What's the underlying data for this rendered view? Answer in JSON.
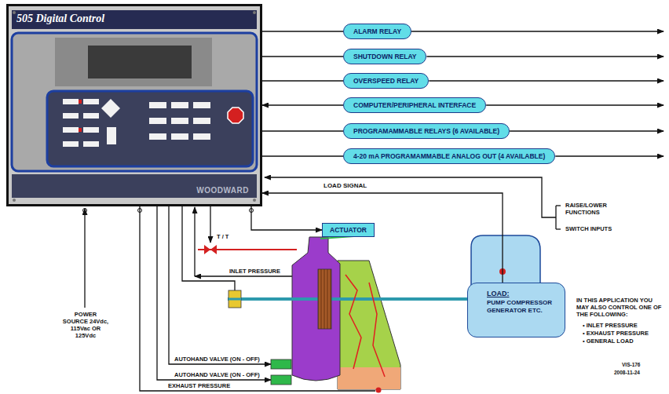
{
  "diagram": {
    "nodes": [
      {
        "text": [
          "505 Digital Control",
          "WOODWARD"
        ]
      },
      {
        "text": [
          "ALARM RELAY"
        ]
      },
      {
        "text": [
          "SHUTDOWN RELAY"
        ]
      },
      {
        "text": [
          "OVERSPEED RELAY"
        ]
      },
      {
        "text": [
          "COMPUTER/PERIPHERAL INTERFACE"
        ]
      },
      {
        "text": [
          "PROGRAMAMMABLE RELAYS (6 AVAILABLE)"
        ]
      },
      {
        "text": [
          "4-20 mA PROGRAMAMMABLE ANALOG OUT (4 AVAILABLE)"
        ]
      },
      {
        "text": [
          "ACTUATOR"
        ]
      },
      {
        "text": [
          "LOAD:",
          "PUMP COMPRESSOR GENERATOR ETC."
        ]
      }
    ],
    "edges": [
      {
        "from": 0,
        "to": 1,
        "arrow": "none"
      },
      {
        "from": 0,
        "to": 2,
        "arrow": "none"
      },
      {
        "from": 0,
        "to": 3,
        "arrow": "none"
      },
      {
        "from": 4,
        "to": 0,
        "arrow": "to"
      },
      {
        "from": 0,
        "to": 5,
        "arrow": "none"
      },
      {
        "from": 0,
        "to": 6,
        "arrow": "none"
      },
      {
        "from": 0,
        "to": 7,
        "arrow": "to"
      },
      {
        "from": 8,
        "to": 0,
        "arrow": "to",
        "label": "LOAD SIGNAL"
      }
    ],
    "labels": [
      "T / T",
      "INLET PRESSURE",
      "AUTOHAND VALVE (ON - OFF)",
      "AUTOHAND VALVE (ON - OFF)",
      "EXHAUST PRESSURE",
      "POWER SOURCE 24Vdc, 115Vac OR 125Vdc",
      "RAISE/LOWER FUNCTIONS",
      "SWITCH INPUTS",
      "IN THIS APPLICATION YOU MAY ALSO CONTROL ONE OF THE FOLLOWING:",
      "• INLET PRESSURE",
      "• EXHAUST PRESSURE",
      "• GENERAL LOAD",
      "VIS-176",
      "2008-11-24"
    ]
  }
}
